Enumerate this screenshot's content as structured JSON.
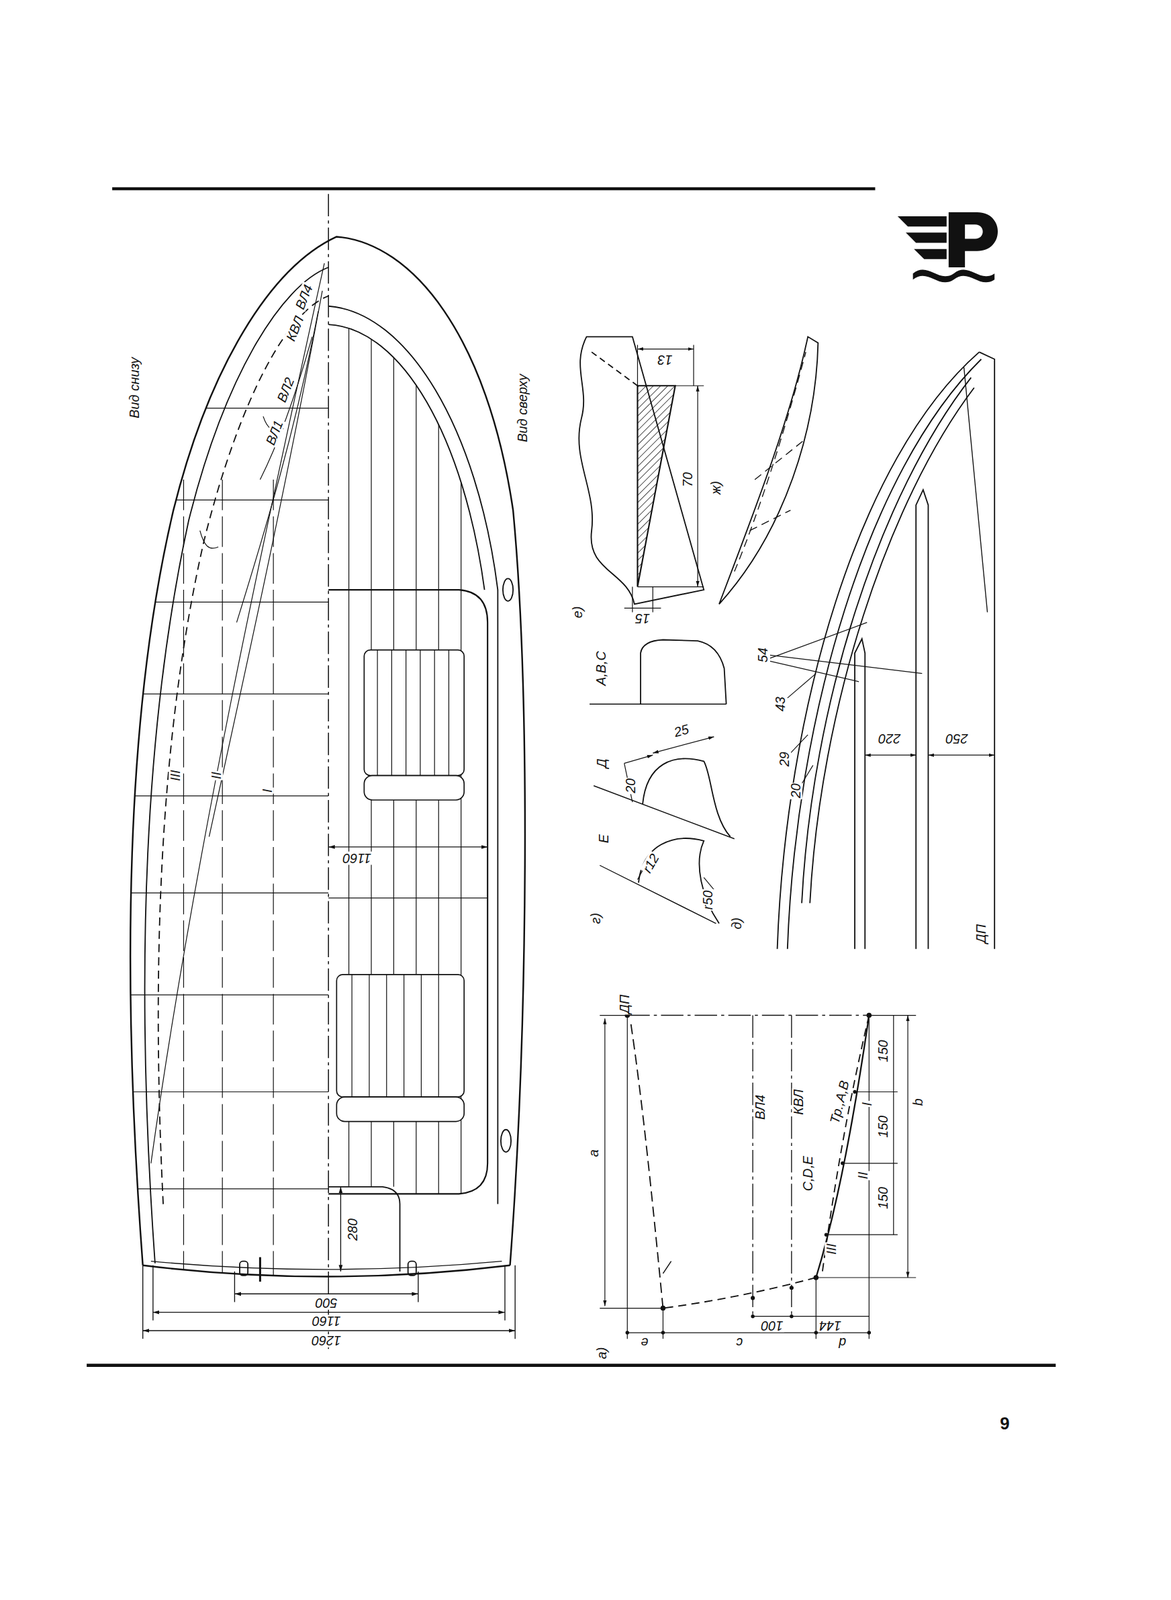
{
  "diagram": {
    "labels": [
      "Вид снизу",
      "Вид сверху",
      "ВЛ4",
      "КВЛ",
      "ВЛ2",
      "ВЛ1",
      "III",
      "II",
      "I",
      "1160",
      "280",
      "500",
      "1160",
      "1260",
      "е)",
      "13",
      "70",
      "15",
      "ж)",
      "А,В,С",
      "Д",
      "20",
      "25",
      "Е",
      "r12",
      "r50",
      "г)",
      "54",
      "43",
      "29",
      "20",
      "220",
      "250",
      "ДП",
      "д)",
      "ДП",
      "а",
      "ВЛ4",
      "КВЛ",
      "Тр.,А,В",
      "I",
      "С,D,Е",
      "II",
      "III",
      "150",
      "150",
      "150",
      "b",
      "100",
      "144",
      "а)",
      "е",
      "с",
      "d",
      "9"
    ]
  }
}
